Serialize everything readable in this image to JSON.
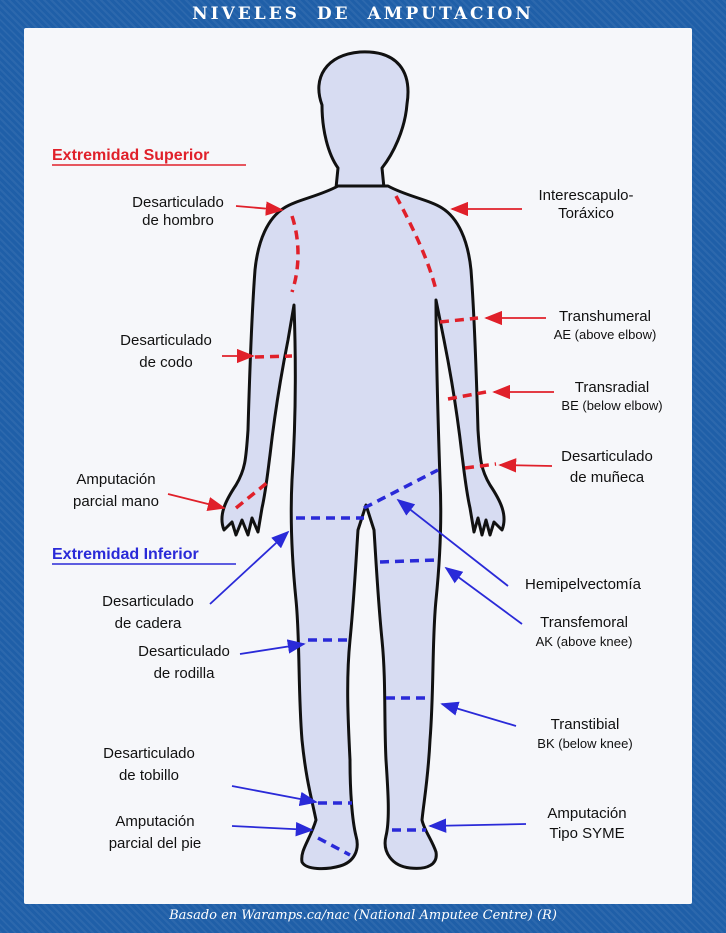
{
  "title": "NIVELES DE AMPUTACION",
  "footer": "Basado en Waramps.ca/nac (National Amputee Centre) (R)",
  "colors": {
    "frame": "#1f5fa8",
    "upper": "#e0202a",
    "lower": "#2a2ad8",
    "body_fill": "#d7dcf2"
  },
  "sections": {
    "upper": "Extremidad Superior",
    "lower": "Extremidad Inferior"
  },
  "labels": {
    "hombro": [
      "Desarticulado",
      "de hombro"
    ],
    "intersc": [
      "Interescapulo-",
      "Toráxico"
    ],
    "codo": [
      "Desarticulado",
      "de codo"
    ],
    "transhum": [
      "Transhumeral",
      "AE (above elbow)"
    ],
    "transrad": [
      "Transradial",
      "BE (below elbow)"
    ],
    "muneca": [
      "Desarticulado",
      "de muñeca"
    ],
    "mano": [
      "Amputación",
      "parcial mano"
    ],
    "hemi": [
      "Hemipelvectomía"
    ],
    "cadera": [
      "Desarticulado",
      "de cadera"
    ],
    "transfem": [
      "Transfemoral",
      "AK (above knee)"
    ],
    "rodilla": [
      "Desarticulado",
      "de rodilla"
    ],
    "transtib": [
      "Transtibial",
      "BK (below knee)"
    ],
    "tobillo": [
      "Desarticulado",
      "de tobillo"
    ],
    "pie": [
      "Amputación",
      "parcial del pie"
    ],
    "syme": [
      "Amputación",
      "Tipo SYME"
    ]
  }
}
